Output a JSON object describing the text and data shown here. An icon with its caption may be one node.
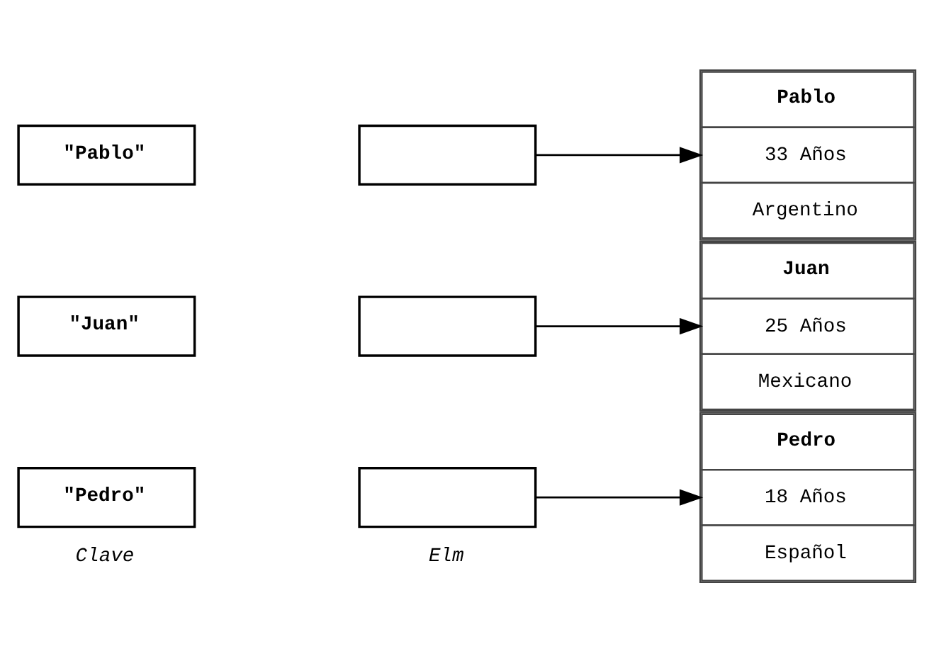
{
  "diagram": {
    "nodes": [
      {
        "text": [
          "\"Pablo\""
        ]
      },
      {
        "text": [],
        "shape": "box"
      },
      {
        "text": [
          "\"Juan\""
        ]
      },
      {
        "text": [],
        "shape": "box"
      },
      {
        "text": [
          "\"Pedro\""
        ]
      },
      {
        "text": [],
        "shape": "box"
      },
      {
        "text": [
          "Pablo",
          "33 Años",
          "Argentino"
        ]
      },
      {
        "text": [
          "Juan",
          "25 Años",
          "Mexicano"
        ]
      },
      {
        "text": [
          "Pedro",
          "18 Años",
          "Español"
        ]
      }
    ],
    "edges": [
      {
        "from": 1,
        "to": 6,
        "arrow": "to"
      },
      {
        "from": 3,
        "to": 7,
        "arrow": "to"
      },
      {
        "from": 5,
        "to": 8,
        "arrow": "to"
      }
    ],
    "labels": [
      "Clave",
      "Elm"
    ]
  }
}
